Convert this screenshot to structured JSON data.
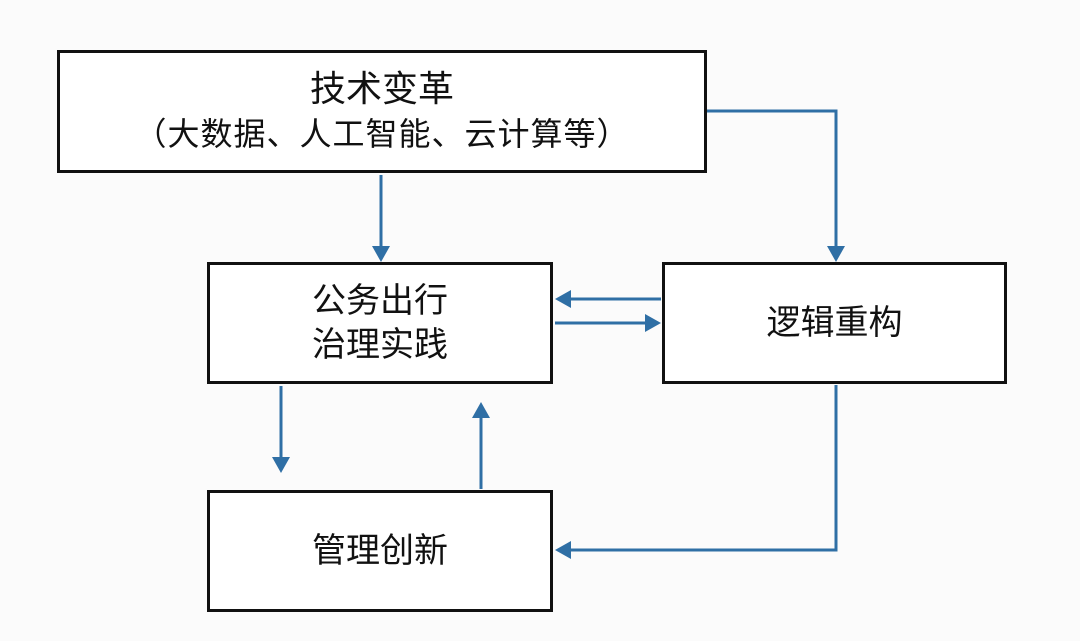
{
  "diagram": {
    "nodes": {
      "tech": {
        "title": "技术变革",
        "subtitle": "（大数据、人工智能、云计算等）"
      },
      "practice": {
        "line1": "公务出行",
        "line2": "治理实践"
      },
      "logic": {
        "label": "逻辑重构"
      },
      "innovation": {
        "label": "管理创新"
      }
    },
    "edges": [
      {
        "from": "tech",
        "to": "practice"
      },
      {
        "from": "tech",
        "to": "logic"
      },
      {
        "from": "logic",
        "to": "practice"
      },
      {
        "from": "practice",
        "to": "logic"
      },
      {
        "from": "practice",
        "to": "innovation"
      },
      {
        "from": "innovation",
        "to": "practice"
      },
      {
        "from": "logic",
        "to": "innovation"
      }
    ],
    "colors": {
      "edge": "#2f6fa5",
      "border": "#111111"
    }
  }
}
